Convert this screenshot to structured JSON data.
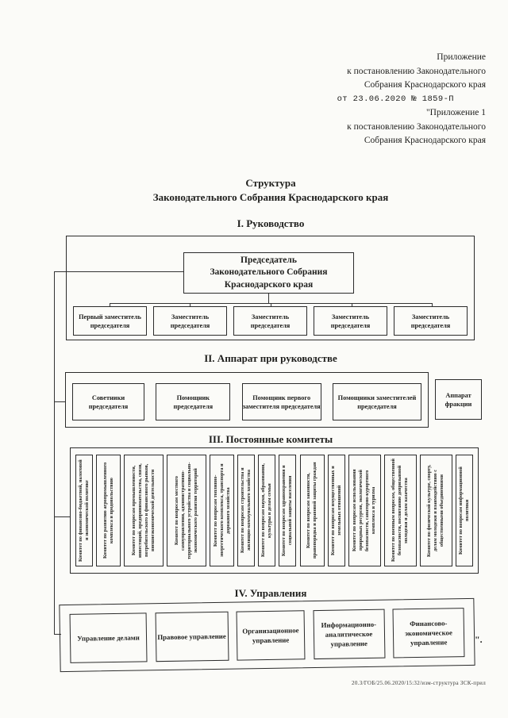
{
  "colors": {
    "ink": "#1e1e1c",
    "border": "#2b2b2b",
    "paper": "#fbfbf8"
  },
  "header_ref": {
    "line1": "Приложение",
    "line2": "к постановлению Законодательного",
    "line3": "Собрания Краснодарского края",
    "line4": "от 23.06.2020 № 1859-П",
    "line5": "\"Приложение 1",
    "line6": "к постановлению Законодательного",
    "line7": "Собрания Краснодарского края"
  },
  "title": {
    "line1": "Структура",
    "line2": "Законодательного Собрания Краснодарского края"
  },
  "sections": {
    "leadership": {
      "heading": "I. Руководство",
      "chairman": "Председатель\nЗаконодательного Собрания\nКраснодарского края",
      "deputies": [
        "Первый заместитель председателя",
        "Заместитель председателя",
        "Заместитель председателя",
        "Заместитель председателя",
        "Заместитель председателя"
      ]
    },
    "apparatus": {
      "heading": "II. Аппарат при руководстве",
      "boxes": [
        "Советники председателя",
        "Помощник председателя",
        "Помощник первого заместителя председателя",
        "Помощники заместителей председателя"
      ],
      "aside": "Аппарат фракции"
    },
    "committees": {
      "heading": "III. Постоянные комитеты",
      "items": [
        "Комитет по финансово-бюджетной, налоговой и экономической политике",
        "Комитет по развитию агропромышленного комплекса и продовольствию",
        "Комитет по вопросам промышленности, инвестиций, предпринимательства, связи, потребительского и финансового рынков, внешнеэкономической деятельности",
        "Комитет по вопросам местного самоуправления, административно-территориального устройства и социально-экономического развития территорий",
        "Комитет по вопросам топливно-энергетического комплекса, транспорта и дорожного хозяйства",
        "Комитет по вопросам строительства и жилищно-коммунального хозяйства",
        "Комитет по вопросам науки, образования, культуры и делам семьи",
        "Комитет по вопросам здравоохранения и социальной защиты населения",
        "Комитет по вопросам законности, правопорядка и правовой защиты граждан",
        "Комитет по вопросам имущественных и земельных отношений",
        "Комитет по вопросам использования природных ресурсов, экологической безопасности, санаторно-курортного комплекса и туризма",
        "Комитет по военным вопросам, общественной безопасности, воспитанию допризывной молодежи и делам казачества",
        "Комитет по физической культуре, спорту, делам молодежи и взаимодействию с общественными объединениями",
        "Комитет по вопросам информационной политики"
      ]
    },
    "departments": {
      "heading": "IV. Управления",
      "boxes": [
        "Управление делами",
        "Правовое управление",
        "Организационное управление",
        "Информационно-аналитическое управление",
        "Финансово-экономическое управление"
      ]
    }
  },
  "closing_quote": "\".",
  "footer": "20.3/ГОБ/25.06.2020/15:32/изм-структура ЗСК-прил"
}
